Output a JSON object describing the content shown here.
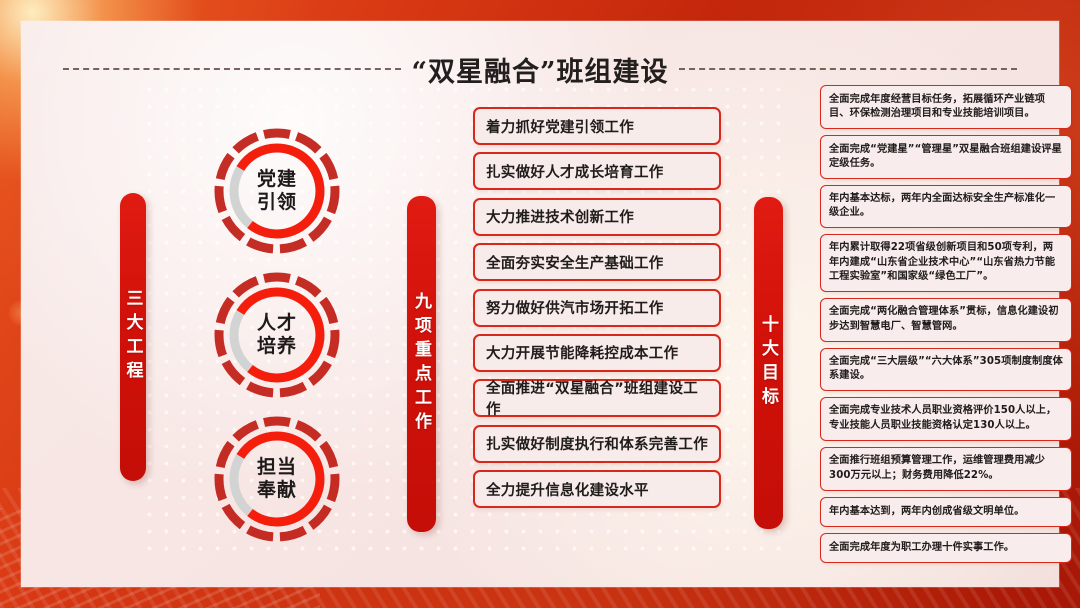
{
  "header": {
    "title": "“双星融合”班组建设"
  },
  "columns": {
    "projects_bar": "三大工程",
    "tasks_bar": "九项重点工作",
    "goals_bar": "十大目标"
  },
  "circles": [
    {
      "id": "party",
      "line1": "党建",
      "line2": "引领"
    },
    {
      "id": "talent",
      "line1": "人才",
      "line2": "培养"
    },
    {
      "id": "duty",
      "line1": "担当",
      "line2": "奉献"
    }
  ],
  "tasks": [
    "着力抓好党建引领工作",
    "扎实做好人才成长培育工作",
    "大力推进技术创新工作",
    "全面夯实安全生产基础工作",
    "努力做好供汽市场开拓工作",
    "大力开展节能降耗控成本工作",
    "全面推进“双星融合”班组建设工作",
    "扎实做好制度执行和体系完善工作",
    "全力提升信息化建设水平"
  ],
  "goals": [
    "全面完成年度经营目标任务，拓展循环产业链项目、环保检测治理项目和专业技能培训项目。",
    "全面完成“党建星”“管理星”双星融合班组建设评星定级任务。",
    "年内基本达标，两年内全面达标安全生产标准化一级企业。",
    "年内累计取得22项省级创新项目和50项专利，两年内建成“山东省企业技术中心”“山东省热力节能工程实验室”和国家级“绿色工厂”。",
    "全面完成“两化融合管理体系”贯标，信息化建设初步达到智慧电厂、智慧管网。",
    "全面完成“三大层级”“六大体系”305项制度制度体系建设。",
    "全面完成专业技术人员职业资格评价150人以上，专业技能人员职业技能资格认定130人以上。",
    "全面推行班组预算管理工作，运维管理费用减少300万元以上；财务费用降低22%。",
    "年内基本达到，两年内创成省级文明单位。",
    "全面完成年度为职工办理十件实事工作。"
  ],
  "colors": {
    "accent_red": "#d8281c",
    "bar_red": "#d11109",
    "panel_pink": "#f6e3e1",
    "ring_gray": "#d2d4d4",
    "background_red": "#c4280f"
  }
}
